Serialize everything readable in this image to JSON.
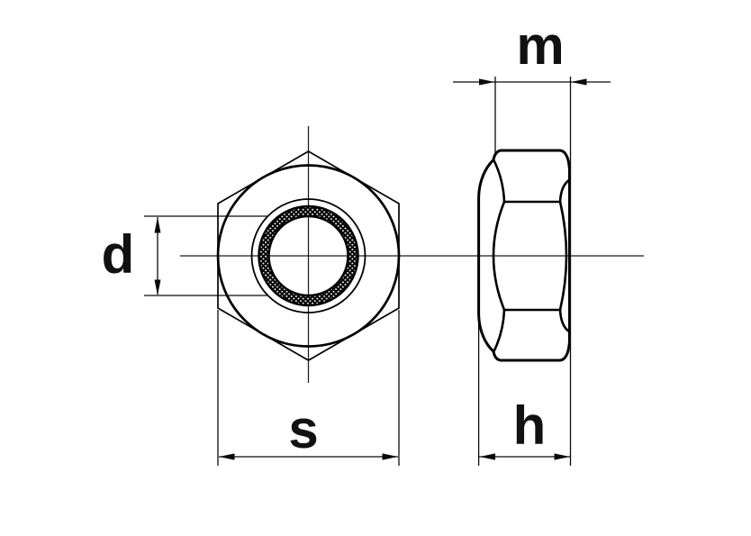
{
  "figure": {
    "subject": "Technical line drawing of a hexagon nylon-insert lock nut shown in face view and side view",
    "background_color": "#ffffff",
    "line_color": "#000000",
    "label_color": "#111111"
  },
  "front_view": {
    "dim_d": "d",
    "dim_s": "s"
  },
  "side_view": {
    "dim_m": "m",
    "dim_h": "h"
  }
}
